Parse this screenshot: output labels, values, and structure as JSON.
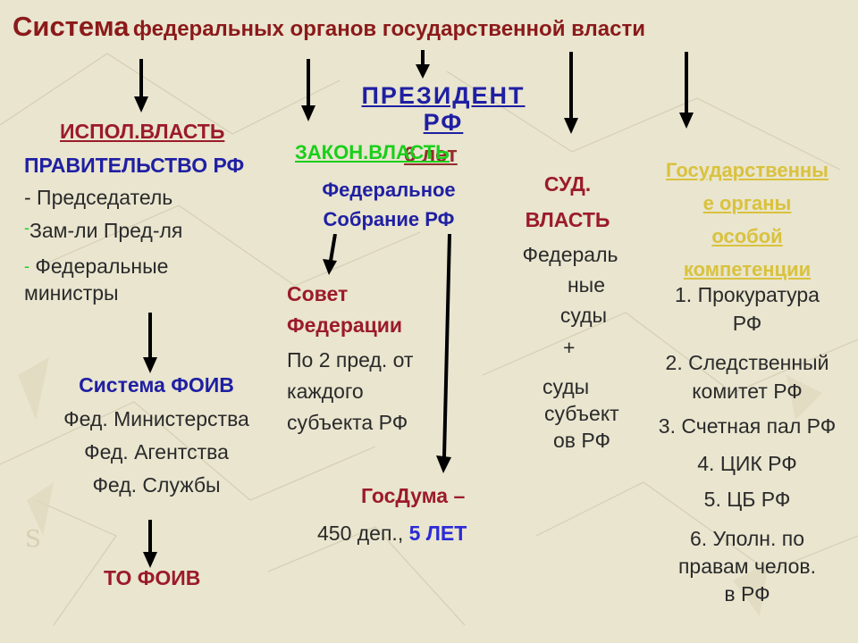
{
  "title": {
    "word1": "Система",
    "rest": "федеральных органов государственной власти"
  },
  "president": {
    "line1": "ПРЕЗИДЕНТ",
    "line2": "РФ",
    "term": "6 лет"
  },
  "executive": {
    "heading": "ИСПОЛ.ВЛАСТЬ",
    "body": "ПРАВИТЕЛЬСТВО РФ",
    "items": [
      "- Председатель",
      "Зам-ли Пред-ля",
      "Федеральные",
      "министры"
    ],
    "dash": "-",
    "foiv": {
      "heading": "Система ФОИВ",
      "items": [
        "Фед. Министерства",
        "Фед. Агентства",
        "Фед. Службы"
      ]
    },
    "territorial": "ТО ФОИВ"
  },
  "legislative": {
    "heading": "ЗАКОН.ВЛАСТЬ",
    "body_lines": [
      "Федеральное",
      "Собрание РФ"
    ],
    "council": {
      "heading_lines": [
        "Совет",
        "Федерации"
      ],
      "text_lines": [
        "По 2 пред. от",
        "каждого",
        "субъекта РФ"
      ]
    },
    "duma": {
      "heading": "ГосДума –",
      "deputies": "450 деп.,",
      "term": "5 ЛЕТ"
    }
  },
  "judicial": {
    "heading_lines": [
      "СУД.",
      "ВЛАСТЬ"
    ],
    "federal_lines": [
      "Федераль",
      "ные",
      "суды"
    ],
    "plus": "+",
    "regional_lines": [
      "суды",
      "субъект",
      "ов РФ"
    ]
  },
  "special": {
    "heading_lines": [
      "Государственны",
      "е органы",
      "особой",
      "компетенции"
    ],
    "items": [
      [
        "1. Прокуратура",
        "РФ"
      ],
      [
        "2. Следственный",
        "комитет РФ"
      ],
      [
        "3. Счетная пал РФ"
      ],
      [
        "4. ЦИК РФ"
      ],
      [
        "5. ЦБ РФ"
      ],
      [
        "6. Уполн. по",
        "правам челов.",
        "в РФ"
      ]
    ]
  },
  "colors": {
    "background": "#e9e5cf",
    "title": "#8b1a1a",
    "heading_red": "#9b1b2b",
    "blue": "#1f1fa3",
    "green": "#19cf19",
    "gold": "#d9c23d"
  }
}
